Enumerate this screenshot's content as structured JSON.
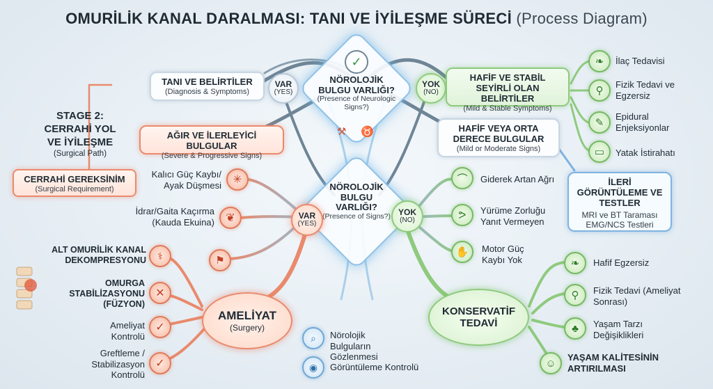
{
  "title": {
    "main": "OMURİLİK KANAL DARALMASI: TANI VE İYİLEŞME SÜRECİ",
    "sub": "(Process Diagram)"
  },
  "diamond_top": {
    "main": "NÖROLOJİK BULGU VARLIĞI?",
    "en": "(Presence of Neurologic Signs?)"
  },
  "diamond_mid": {
    "main": "NÖROLOJİK BULGU VARLIĞI?",
    "en": "(Presence of Signs?)"
  },
  "left_top_box": {
    "main": "TANI VE BELİRTİLER",
    "en": "(Diagnosis & Symptoms)"
  },
  "node_var_top": {
    "main": "VAR",
    "en": "(YES)"
  },
  "node_var_mid": {
    "main": "VAR",
    "en": "(YES)"
  },
  "node_yok_top": {
    "main": "YOK",
    "en": "(NO)"
  },
  "node_yok_mid": {
    "main": "YOK",
    "en": "(NO)"
  },
  "stage2": {
    "main": "STAGE 2: CERRAHİ YOL VE İYİLEŞME",
    "en": "(Surgical Path)"
  },
  "severe_box": {
    "main": "AĞIR VE İLERLEYİCİ BULGULAR",
    "en": "(Severe & Progressive Signs)"
  },
  "surgical_req": {
    "main": "CERRAHİ GEREKSİNİM",
    "en": "(Surgical Requirement)"
  },
  "left_signs": [
    {
      "text": "Kalıcı Güç Kaybı/ Ayak Düşmesi",
      "icon": "nerve-icon"
    },
    {
      "text": "İdrar/Gaita Kaçırma (Kauda Ekuina)",
      "icon": "muscle-icon"
    }
  ],
  "surgery_steps": [
    {
      "text": "ALT OMURİLİK KANAL DEKOMPRESYONU",
      "icon": "spine-icon"
    },
    {
      "text": "OMURGA STABİLİZASYONU (FÜZYON)",
      "icon": "x-icon"
    },
    {
      "text": "Ameliyat Kontrolü",
      "icon": "check-icon"
    },
    {
      "text": "Greftleme / Stabilizasyon Kontrolü",
      "icon": "check-icon"
    }
  ],
  "surgery": {
    "main": "AMELİYAT",
    "en": "(Surgery)"
  },
  "mild_stable_box": {
    "main": "HAFİF VE STABİL SEYİRLİ OLAN BELİRTİLER",
    "en": "(Mild & Stable Symptoms)"
  },
  "mild_treatments": [
    {
      "text": "İlaç Tedavisi",
      "icon": "leaf-icon"
    },
    {
      "text": "Fizik Tedavi ve Egzersiz",
      "icon": "walk-icon"
    },
    {
      "text": "Epidural Enjeksiyonlar",
      "icon": "syringe-icon"
    },
    {
      "text": "Yatak İstirahatı",
      "icon": "bed-icon"
    }
  ],
  "moderate_box": {
    "main": "HAFİF VEYA ORTA DERECE BULGULAR",
    "en": "(Mild or Moderate Signs)"
  },
  "moderate_signs": [
    {
      "text": "Giderek Artan Ağrı",
      "icon": "arm-icon"
    },
    {
      "text": "Yürüme Zorluğu Yanıt Vermeyen",
      "icon": "flex-icon"
    },
    {
      "text": "Motor Güç Kaybı Yok",
      "icon": "hand-icon"
    }
  ],
  "imaging_box": {
    "main": "İLERİ GÖRÜNTÜLEME VE TESTLER",
    "l1": "MRI ve BT Taraması",
    "l2": "EMG/NCS Testleri"
  },
  "conservative": {
    "main": "KONSERVATİF TEDAVİ"
  },
  "conservative_steps": [
    {
      "text": "Hafif Egzersiz",
      "icon": "leaf-icon"
    },
    {
      "text": "Fizik Tedavi (Ameliyat Sonrası)",
      "icon": "walk-icon"
    },
    {
      "text": "Yaşam Tarzı Değişiklikleri",
      "icon": "plant-icon"
    },
    {
      "text": "YAŞAM KALİTESİNİN ARTIRILMASI",
      "icon": "smile-icon"
    }
  ],
  "bottom_center": [
    {
      "text": "Nörolojik Bulguların Gözlenmesi",
      "icon": "microscope-icon"
    },
    {
      "text": "Görüntüleme Kontrolü",
      "icon": "eye-icon"
    }
  ],
  "colors": {
    "red": "#e98a6d",
    "green": "#8fca7e",
    "blue": "#7fb3e0",
    "text": "#1f2a33"
  }
}
